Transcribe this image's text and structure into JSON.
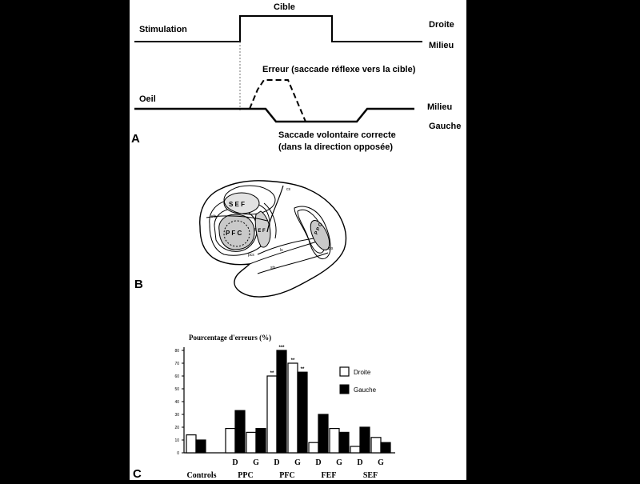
{
  "panel_a": {
    "letter": "A",
    "stim_label": "Stimulation",
    "target_label": "Cible",
    "right_label": "Droite",
    "mid_label_top": "Milieu",
    "error_label": "Erreur (saccade réflexe vers la cible)",
    "eye_label": "Oeil",
    "mid_label_eye": "Milieu",
    "left_label": "Gauche",
    "correct_line1": "Saccade volontaire correcte",
    "correct_line2": "(dans la direction opposée)"
  },
  "panel_b": {
    "letter": "B",
    "areas": [
      "S E F",
      "F E F",
      "P F C",
      "P P C"
    ],
    "sulci": [
      "cs",
      "sfs",
      "ips",
      "sts",
      "ls",
      "pcs"
    ]
  },
  "panel_c": {
    "letter": "C",
    "legend": [
      "Droite",
      "Gauche"
    ],
    "group_labels": [
      "Controls",
      "PPC",
      "PFC",
      "FEF",
      "SEF"
    ],
    "sub_labels": [
      "D",
      "G",
      "D",
      "G",
      "D",
      "G",
      "D",
      "G"
    ]
  },
  "chart_data": {
    "type": "bar",
    "title": "Pourcentage d'erreurs (%)",
    "ylim": [
      0,
      80
    ],
    "yticks": [
      0,
      10,
      20,
      30,
      40,
      50,
      60,
      70,
      80
    ],
    "categories": [
      "Controls",
      "PPC D",
      "PPC G",
      "PFC D",
      "PFC G",
      "FEF D",
      "FEF G",
      "SEF D",
      "SEF G"
    ],
    "series": [
      {
        "name": "Droite",
        "color": "#ffffff",
        "values": [
          14,
          19,
          16,
          60,
          70,
          8,
          19,
          5,
          12
        ]
      },
      {
        "name": "Gauche",
        "color": "#000000",
        "values": [
          10,
          33,
          19,
          80,
          63,
          30,
          16,
          20,
          8
        ]
      }
    ],
    "significance": [
      {
        "category": "PFC D",
        "series": "Droite",
        "label": "**"
      },
      {
        "category": "PFC D",
        "series": "Gauche",
        "label": "***"
      },
      {
        "category": "PFC G",
        "series": "Droite",
        "label": "**"
      },
      {
        "category": "PFC G",
        "series": "Gauche",
        "label": "**"
      }
    ]
  }
}
